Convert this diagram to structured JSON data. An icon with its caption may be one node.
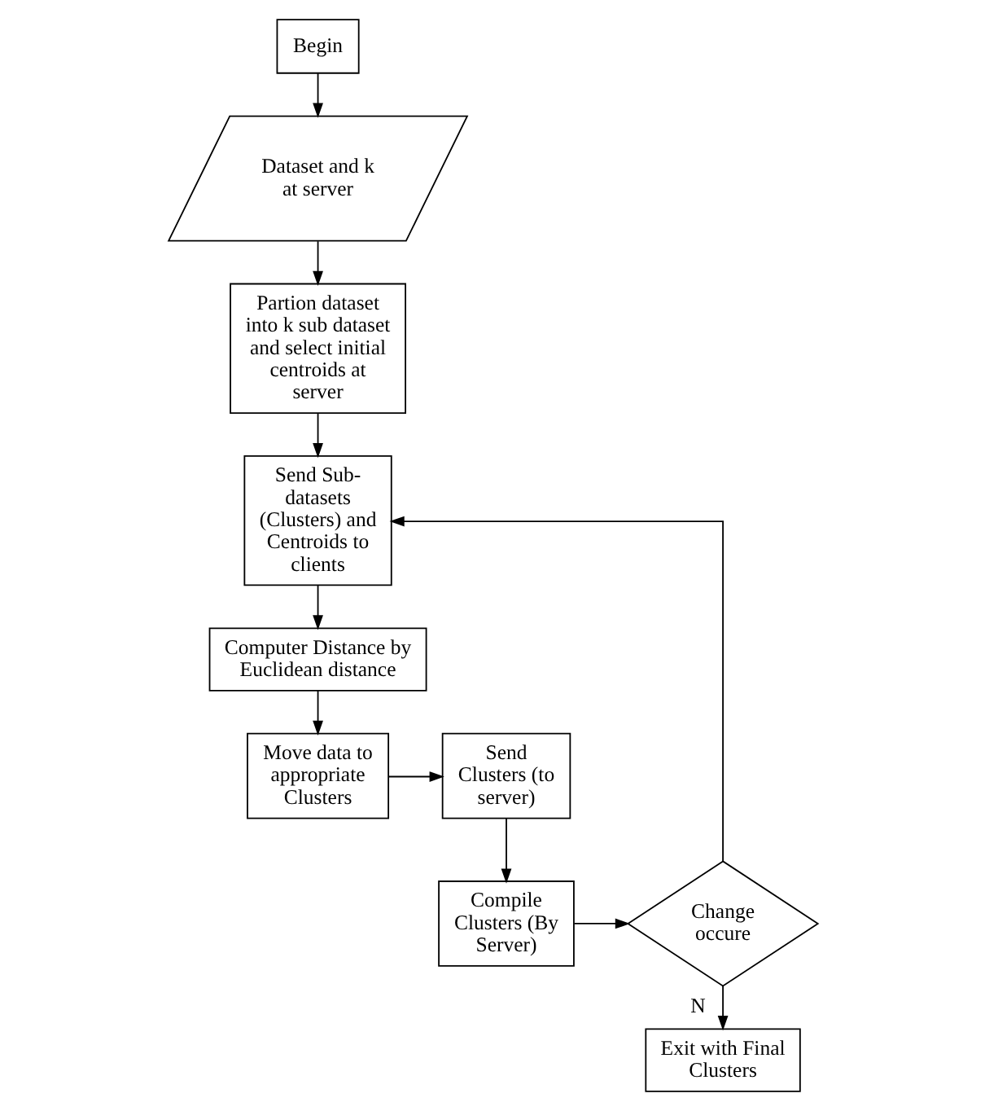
{
  "diagram": {
    "nodes": [
      {
        "text": [
          "Begin"
        ]
      },
      {
        "text": [
          "Dataset and k at server"
        ]
      },
      {
        "text": [
          "Partion dataset into k sub dataset and select initial centroids at server"
        ]
      },
      {
        "text": [
          "Send Sub-datasets (Clusters) and Centroids to clients"
        ]
      },
      {
        "text": [
          "Computer Distance by Euclidean distance"
        ]
      },
      {
        "text": [
          "Move data to appropriate Clusters"
        ]
      },
      {
        "text": [
          "Send Clusters (to server)"
        ]
      },
      {
        "text": [
          "Compile Clusters (By Server)"
        ]
      },
      {
        "text": [
          "Change occure"
        ]
      },
      {
        "text": [
          "Exit with Final Clusters"
        ]
      }
    ],
    "edges": [
      {
        "from": 0,
        "to": 1,
        "arrow": "to"
      },
      {
        "from": 1,
        "to": 2,
        "arrow": "to"
      },
      {
        "from": 2,
        "to": 3,
        "arrow": "to"
      },
      {
        "from": 3,
        "to": 4,
        "arrow": "to"
      },
      {
        "from": 4,
        "to": 5,
        "arrow": "to"
      },
      {
        "from": 5,
        "to": 6,
        "arrow": "to"
      },
      {
        "from": 6,
        "to": 7,
        "arrow": "to"
      },
      {
        "from": 7,
        "to": 8,
        "arrow": "to"
      },
      {
        "from": 8,
        "to": 3,
        "arrow": "to"
      },
      {
        "from": 8,
        "to": 9,
        "arrow": "to",
        "label": "N"
      }
    ]
  }
}
